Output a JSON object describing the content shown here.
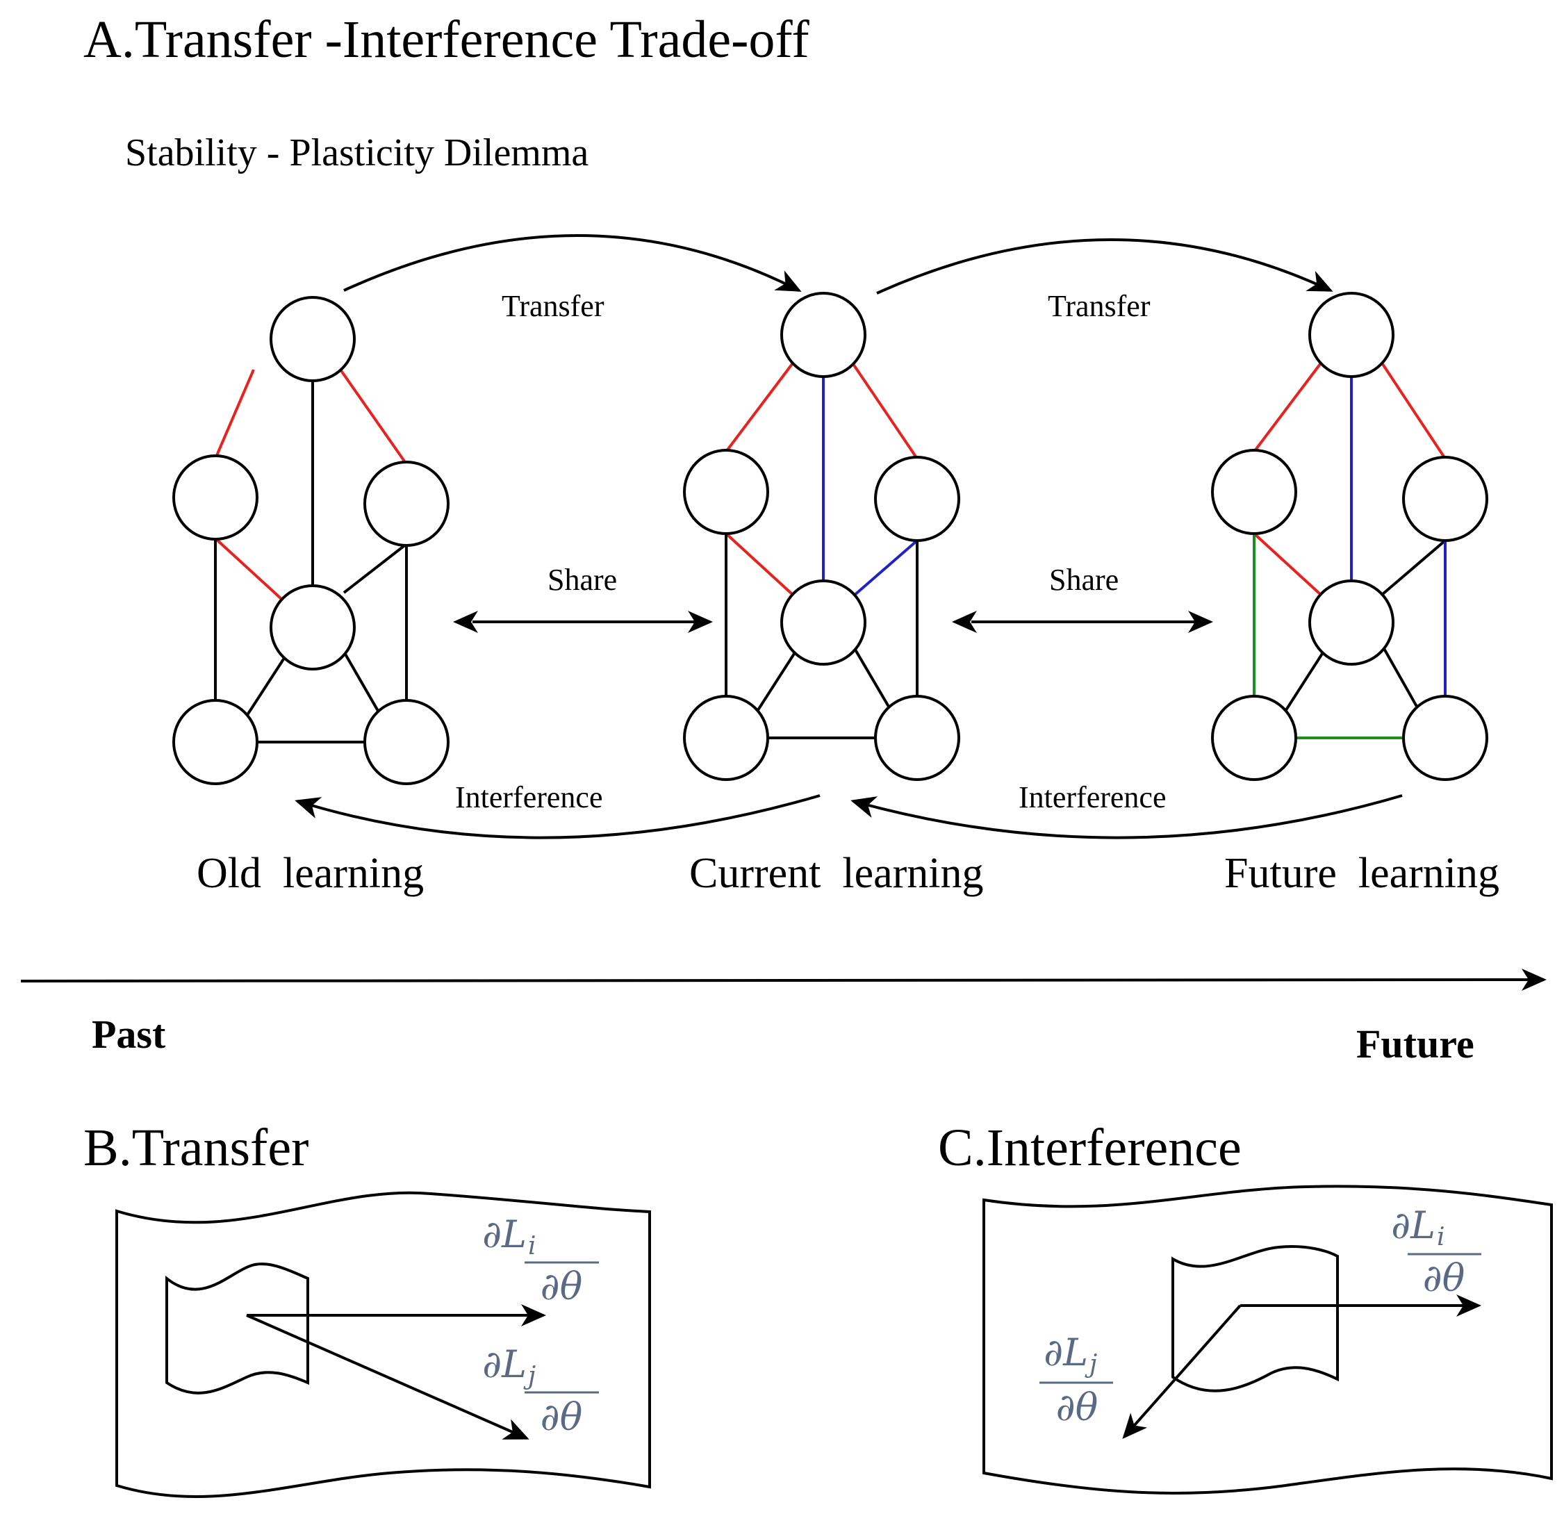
{
  "panel_a": {
    "title": "A.Transfer -Interference Trade-off",
    "subtitle": "Stability - Plasticity Dilemma",
    "transfer_label_1": "Transfer",
    "transfer_label_2": "Transfer",
    "share_label_1": "Share",
    "share_label_2": "Share",
    "interference_label_1": "Interference",
    "interference_label_2": "Interference",
    "stage_old": "Old  learning",
    "stage_current": "Current  learning",
    "stage_future": "Future  learning",
    "timeline_past": "Past",
    "timeline_future": "Future"
  },
  "panel_b": {
    "title": "B.Transfer",
    "grad_i_num": "∂L",
    "grad_i_sub": "i",
    "grad_i_den": "∂θ",
    "grad_j_num": "∂L",
    "grad_j_sub": "j",
    "grad_j_den": "∂θ"
  },
  "panel_c": {
    "title": "C.Interference",
    "grad_i_num": "∂L",
    "grad_i_sub": "i",
    "grad_i_den": "∂θ",
    "grad_j_num": "∂L",
    "grad_j_sub": "j",
    "grad_j_den": "∂θ"
  },
  "colors": {
    "red_edge": "#e8231f",
    "blue_edge": "#1f23c4",
    "green_edge": "#1d8f1d",
    "black_edge": "#000000",
    "math_text": "#5a6a85"
  }
}
